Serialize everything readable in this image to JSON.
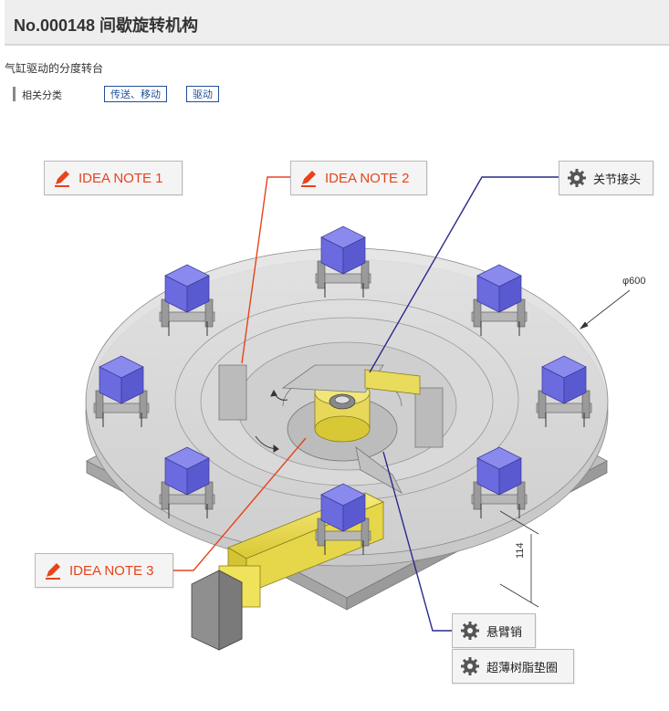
{
  "header": {
    "title": "No.000148 间歇旋转机构"
  },
  "subtitle": "气缸驱动的分度转台",
  "categories": {
    "label": "相关分类",
    "tags": [
      "传送、移动",
      "驱动"
    ]
  },
  "idea_notes": [
    "IDEA NOTE 1",
    "IDEA NOTE 2",
    "IDEA NOTE 3"
  ],
  "parts": [
    "关节接头",
    "悬臂销",
    "超薄树脂垫圈"
  ],
  "dimensions": {
    "diameter": "φ600",
    "height": "114"
  },
  "colors": {
    "idea_accent": "#e8431c",
    "leader_blue": "#2a2a8c",
    "block_blue": "#6b6bdf",
    "cylinder_yellow": "#f0e25a"
  },
  "icons": {
    "idea": "pencil-icon",
    "part": "gear-icon"
  }
}
